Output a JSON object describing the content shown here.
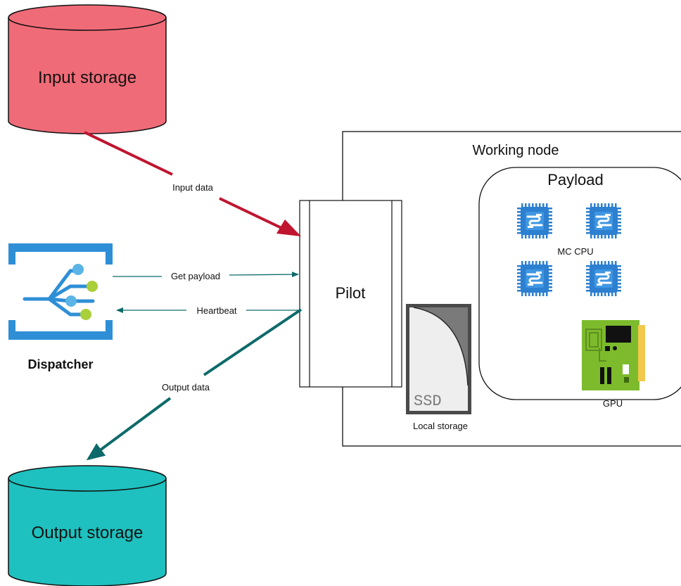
{
  "labels": {
    "input_storage": "Input storage",
    "output_storage": "Output storage",
    "dispatcher": "Dispatcher",
    "pilot": "Pilot",
    "working_node": "Working node",
    "payload": "Payload",
    "mc_cpu": "MC CPU",
    "gpu": "GPU",
    "ssd": "SSD",
    "local_storage": "Local storage"
  },
  "edges": {
    "input_data": "Input data",
    "get_payload": "Get payload",
    "heartbeat": "Heartbeat",
    "output_data": "Output data"
  },
  "colors": {
    "input_storage": "#f06b78",
    "output_storage": "#1ec1bf",
    "input_arrow": "#c0152f",
    "teal_arrow": "#0e6a6a",
    "cpu": "#2d7fd0",
    "gpu_board": "#7dbb2c",
    "dispatcher_blue": "#2e8fd6",
    "dispatcher_node_blue": "#5ab4e6",
    "dispatcher_node_green": "#a9cf3a"
  },
  "icons": {
    "cpu": "cpu-chip-icon",
    "gpu": "gpu-card-icon",
    "ssd": "ssd-drive-icon",
    "dispatcher": "dispatcher-tree-icon"
  }
}
